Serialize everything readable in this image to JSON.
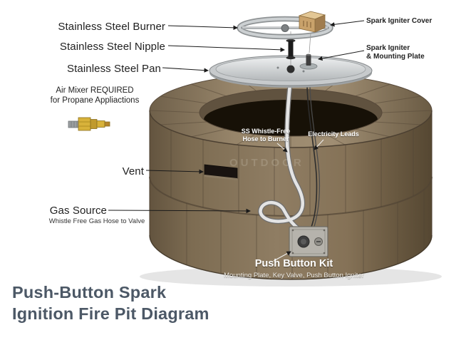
{
  "title": {
    "line1": "Push-Button Spark",
    "line2": "Ignition Fire Pit Diagram"
  },
  "watermark": "OUTDOOR",
  "callouts": {
    "burner": "Stainless Steel Burner",
    "nipple": "Stainless Steel Nipple",
    "pan": "Stainless Steel Pan",
    "air_mixer": {
      "line1": "Air Mixer REQUIRED",
      "line2": "for Propane Appliactions"
    },
    "vent": "Vent",
    "gas_source": {
      "label": "Gas Source",
      "sub": "Whistle Free Gas Hose to Valve"
    },
    "spark_igniter_cover": "Spark Igniter Cover",
    "spark_igniter": {
      "line1": "Spark Igniter",
      "line2": "& Mounting Plate"
    },
    "hose": {
      "line1": "SS Whistle-Free",
      "line2": "Hose to Burner"
    },
    "electricity_leads": "Electricity Leads",
    "push_button_kit": {
      "label": "Push Button Kit",
      "sub": "Mounting Plate, Key Valve, Push Button Igniter"
    }
  },
  "parts": [
    "burner-ring",
    "spark-igniter-cover-box",
    "nipple",
    "steel-pan",
    "spark-igniter-plate",
    "fire-pit-stone-body",
    "vent-slot",
    "gas-hose",
    "electricity-wires",
    "push-button-kit-box",
    "air-mixer-fitting"
  ],
  "colors": {
    "title_text": "#4c5866",
    "label_text": "#1f1f1f",
    "white_label": "#ffffff",
    "stone_brown": "#8b7a61",
    "stone_dark": "#554732",
    "interior_dark": "#171107",
    "steel_gray": "#c7cacc",
    "brass_gold": "#d8b23a",
    "background": "#ffffff"
  }
}
